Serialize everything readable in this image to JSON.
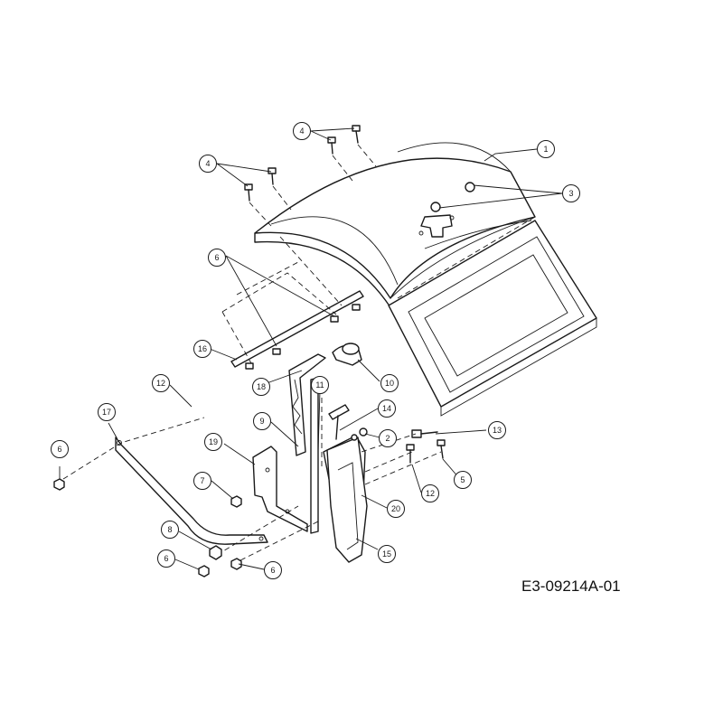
{
  "diagram": {
    "drawing_code": "E3-09214A-01",
    "highlight_color": "#f3ec8a",
    "callouts": [
      {
        "id": "c1",
        "label": "1"
      },
      {
        "id": "c2",
        "label": "2"
      },
      {
        "id": "c3",
        "label": "3"
      },
      {
        "id": "c4a",
        "label": "4"
      },
      {
        "id": "c4b",
        "label": "4"
      },
      {
        "id": "c5",
        "label": "5"
      },
      {
        "id": "c6a",
        "label": "6"
      },
      {
        "id": "c6b",
        "label": "6"
      },
      {
        "id": "c6c",
        "label": "6"
      },
      {
        "id": "c6d",
        "label": "6"
      },
      {
        "id": "c7",
        "label": "7"
      },
      {
        "id": "c8",
        "label": "8"
      },
      {
        "id": "c9",
        "label": "9"
      },
      {
        "id": "c10",
        "label": "10"
      },
      {
        "id": "c11",
        "label": "11"
      },
      {
        "id": "c12a",
        "label": "12"
      },
      {
        "id": "c12b",
        "label": "12"
      },
      {
        "id": "c13",
        "label": "13"
      },
      {
        "id": "c14",
        "label": "14"
      },
      {
        "id": "c15",
        "label": "15"
      },
      {
        "id": "c16",
        "label": "16"
      },
      {
        "id": "c17",
        "label": "17",
        "highlighted": true
      },
      {
        "id": "c18",
        "label": "18"
      },
      {
        "id": "c19",
        "label": "19"
      },
      {
        "id": "c20",
        "label": "20"
      }
    ]
  }
}
